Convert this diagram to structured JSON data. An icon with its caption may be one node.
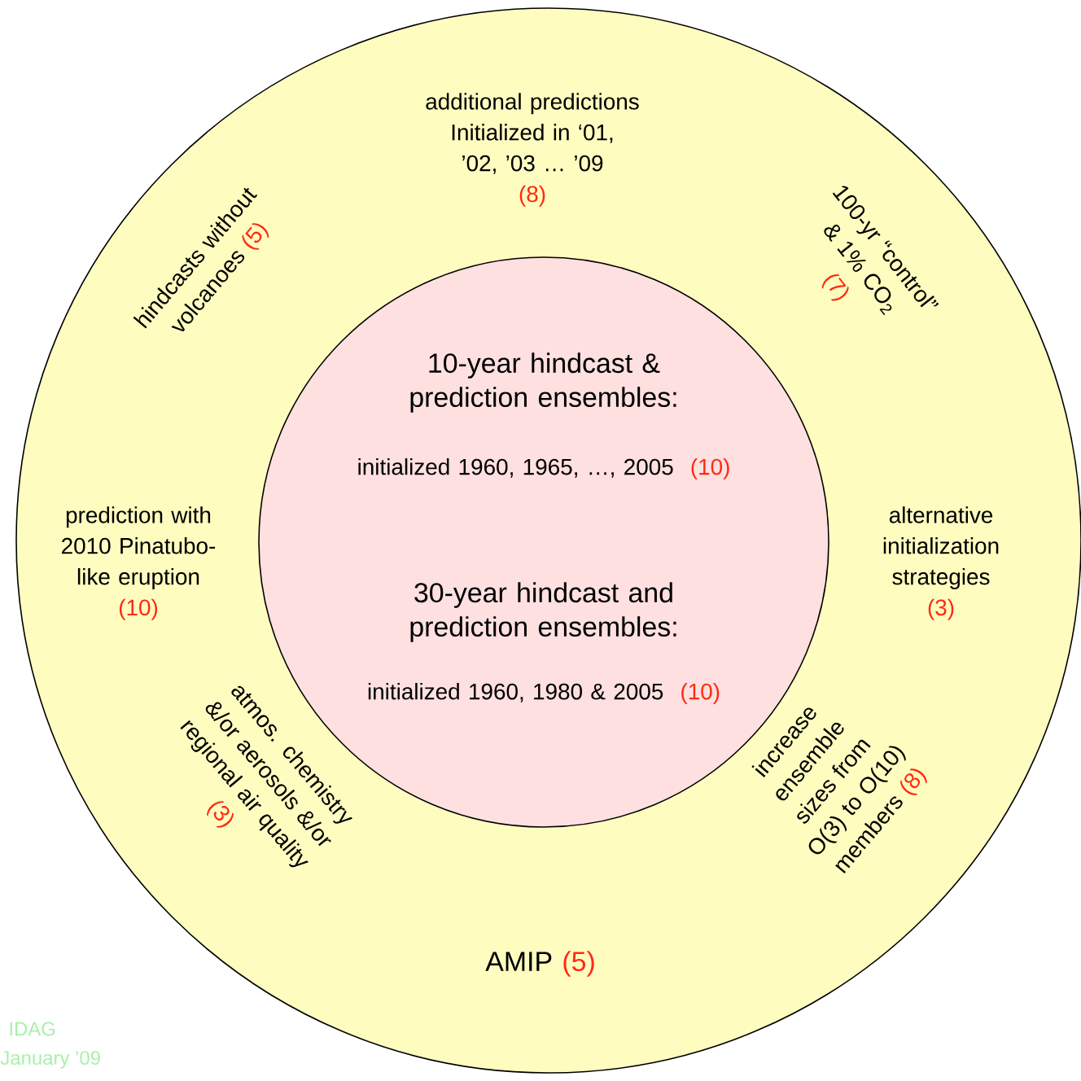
{
  "diagram": {
    "nodes": [
      {
        "text": [
          "additional predictions Initialized in ‘01, ’02, ’03  … ’09",
          "(8)",
          "100-yr “control” & 1% CO$_{2}$",
          "(7)",
          "alternative initialization strategies",
          "(3)",
          "increase ensemble sizes from O(3) to O(10) members",
          "(8)",
          "AMIP",
          "(5)",
          "atmos. chemistry &/or aerosols &/or regional air quality",
          "(3)",
          "prediction with 2010 Pinatubo-like eruption",
          "(10)",
          "hindcasts without volcanoes",
          "(5)"
        ]
      },
      {
        "text": [
          "10-year hindcast & prediction ensembles:",
          "initialized 1960, 1965, …, 2005",
          "(10)",
          "30-year hindcast and prediction ensembles:",
          "initialized 1960, 1980 & 2005",
          "(10)"
        ],
        "in": 0
      }
    ],
    "labels": [
      "IDAG",
      "January ’09"
    ]
  }
}
